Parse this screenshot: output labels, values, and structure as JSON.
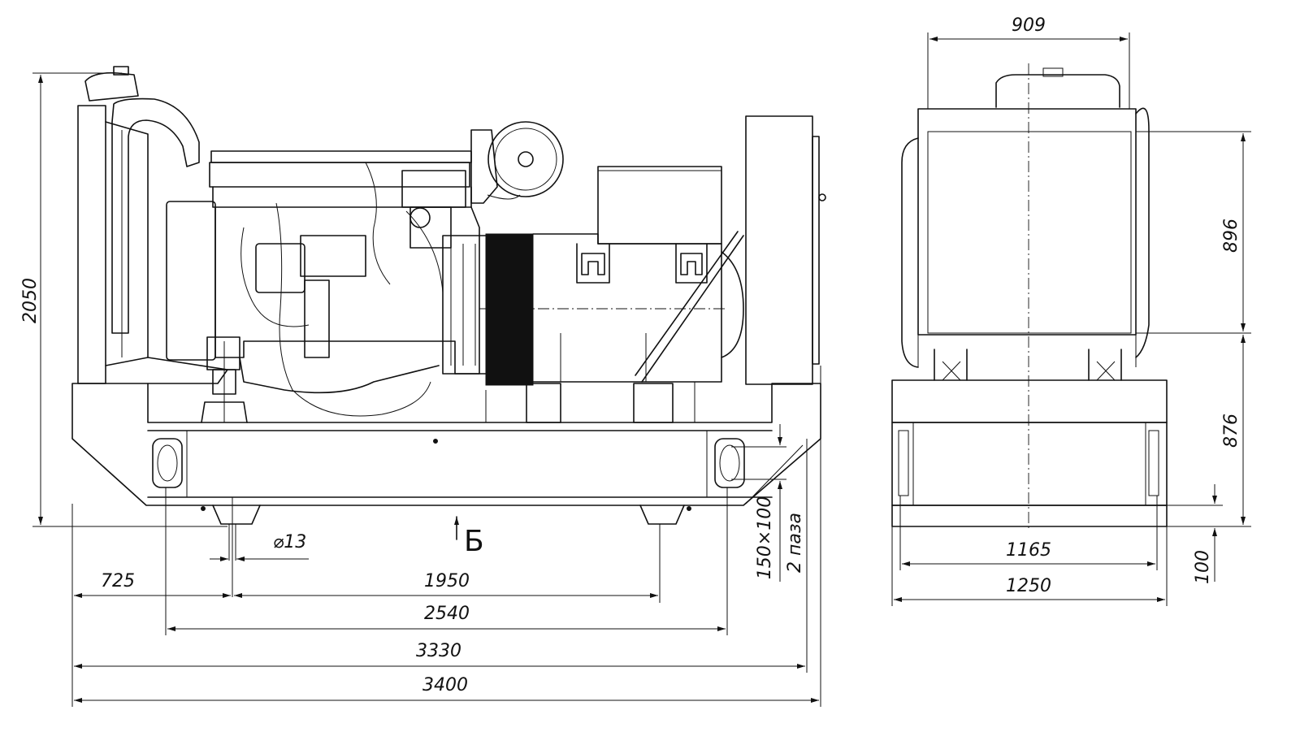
{
  "front_view": {
    "dimensions": {
      "height": "2050",
      "w725": "725",
      "w1950": "1950",
      "w2540": "2540",
      "w3330": "3330",
      "w3400": "3400",
      "hole_dia": "⌀13",
      "slot_size": "150×100",
      "slot_count": "2 паза"
    },
    "view_marker": "Б"
  },
  "side_view": {
    "dimensions": {
      "top_width": "909",
      "upper_height": "896",
      "lower_height": "876",
      "inner_width": "1165",
      "outer_width": "1250",
      "base_height": "100"
    }
  }
}
